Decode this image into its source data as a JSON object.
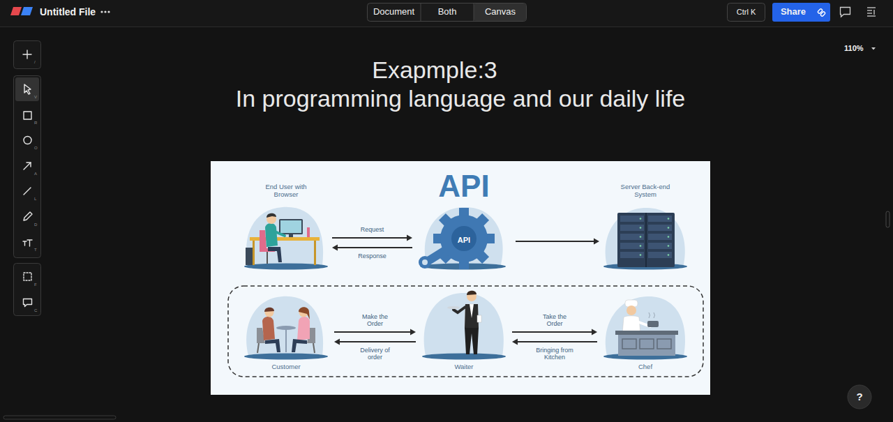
{
  "diagram": {
    "title": "Exapmple:3",
    "nodes": [
      {
        "text": [
          "End User with Browser"
        ]
      },
      {
        "text": [
          "API",
          "API"
        ]
      },
      {
        "text": [
          "Server Back-end System"
        ]
      },
      {
        "text": [
          "Customer"
        ]
      },
      {
        "text": [
          "Waiter"
        ]
      },
      {
        "text": [
          "Chef"
        ]
      }
    ],
    "edges": [
      {
        "from": 0,
        "to": 1,
        "label": "Request",
        "arrow": "to"
      },
      {
        "from": 1,
        "to": 0,
        "label": "Response",
        "arrow": "to"
      },
      {
        "from": 1,
        "to": 2,
        "arrow": "to"
      },
      {
        "from": 3,
        "to": 4,
        "label": "Make the Order",
        "arrow": "to"
      },
      {
        "from": 4,
        "to": 3,
        "label": "Delivery of order",
        "arrow": "to"
      },
      {
        "from": 4,
        "to": 5,
        "label": "Take the Order",
        "arrow": "to"
      },
      {
        "from": 5,
        "to": 4,
        "label": "Bringing from Kitchen",
        "arrow": "to"
      }
    ],
    "labels": [
      "Untitled File",
      "Document",
      "Both",
      "Canvas",
      "Ctrl K",
      "Share",
      "110%",
      "/",
      "V",
      "R",
      "O",
      "A",
      "L",
      "D",
      "T",
      "F",
      "C",
      "In programming language and our daily life",
      "?"
    ]
  }
}
